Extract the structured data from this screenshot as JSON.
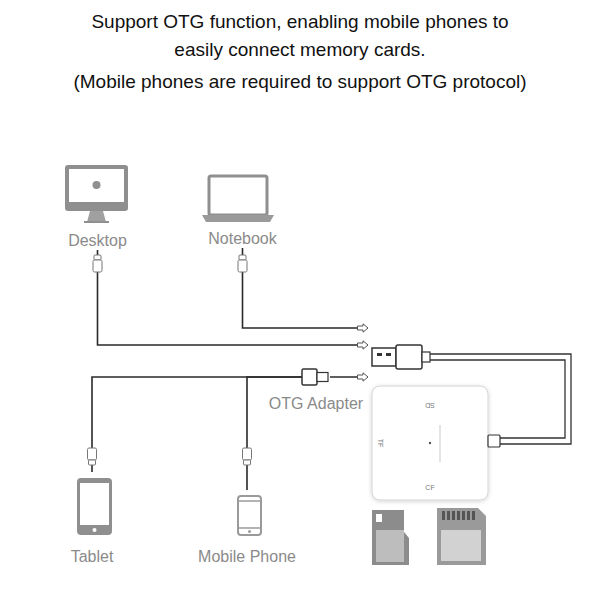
{
  "diagram": {
    "title": "Support OTG function, enabling mobile phones to easily connect memory cards.",
    "nodes": [
      {
        "text": [
          "Desktop"
        ]
      },
      {
        "text": [
          "Notebook"
        ]
      },
      {
        "text": [
          "OTG Adapter"
        ]
      },
      {
        "text": [
          "SD",
          "TF",
          "CF"
        ]
      },
      {
        "text": [
          "Tablet"
        ]
      },
      {
        "text": [
          "Mobile Phone"
        ]
      }
    ],
    "edges": [
      {
        "from": 0,
        "to": 3,
        "arrow": "to"
      },
      {
        "from": 1,
        "to": 3,
        "arrow": "to"
      },
      {
        "from": 2,
        "to": 3,
        "arrow": "to"
      },
      {
        "from": 4,
        "to": 2,
        "arrow": "none"
      },
      {
        "from": 5,
        "to": 2,
        "arrow": "none"
      }
    ],
    "labels": [
      "(Mobile phones are required to support OTG protocol)"
    ]
  }
}
